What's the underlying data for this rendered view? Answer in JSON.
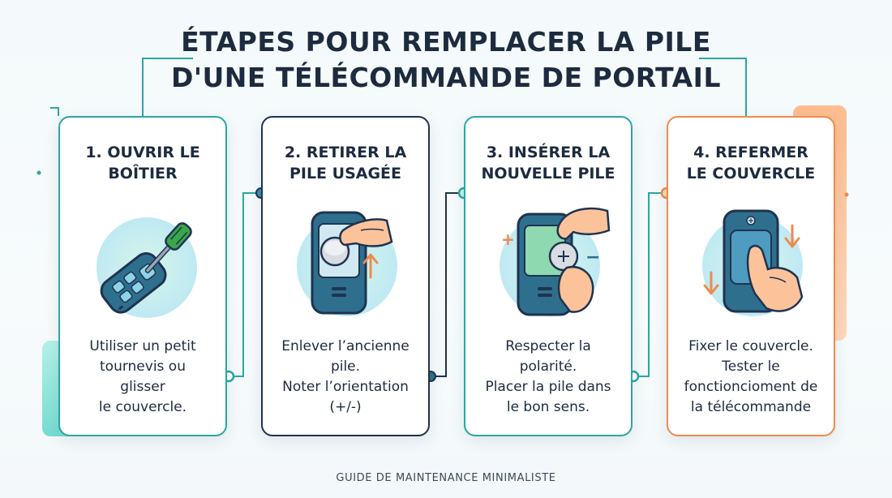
{
  "title": {
    "line1": "ÉTAPES POUR REMPLACER LA PILE",
    "line2": "D'UNE TÉLÉCOMMANDE DE PORTAIL"
  },
  "steps": [
    {
      "heading": [
        "1. OUVRIR LE",
        "BOÎTIER"
      ],
      "desc": [
        "Utiliser un petit",
        "tournevis ou",
        "glisser",
        "le couvercle."
      ],
      "icon": "screwdriver-remote-icon",
      "border_color": "#2aa7a3"
    },
    {
      "heading": [
        "2. RETIRER LA",
        "PILE USAGÉE"
      ],
      "desc": [
        "Enlever l’ancienne",
        "pile.",
        "Noter l’orientation",
        "(+/-)"
      ],
      "icon": "remove-battery-icon",
      "border_color": "#1f3350"
    },
    {
      "heading": [
        "3. INSÉRER LA",
        "NOUVELLE PILE"
      ],
      "desc": [
        "Respecter la",
        "polarité.",
        "Placer la pile dans",
        "le bon sens."
      ],
      "icon": "insert-battery-icon",
      "border_color": "#2aa7a3",
      "plus": "+",
      "minus": "−"
    },
    {
      "heading": [
        "4. REFERMER",
        "LE COUVERCLE"
      ],
      "desc": [
        "Fixer le couvercle.",
        "Tester le",
        "fonctioncioment de",
        "la télécommande"
      ],
      "icon": "close-cover-icon",
      "border_color": "#f08a4b"
    }
  ],
  "footer": "GUIDE DE MAINTENANCE MINIMALISTE",
  "colors": {
    "teal": "#2aa7a3",
    "navy": "#1f3350",
    "orange": "#f08a4b",
    "remote_body": "#2f6f8e"
  }
}
